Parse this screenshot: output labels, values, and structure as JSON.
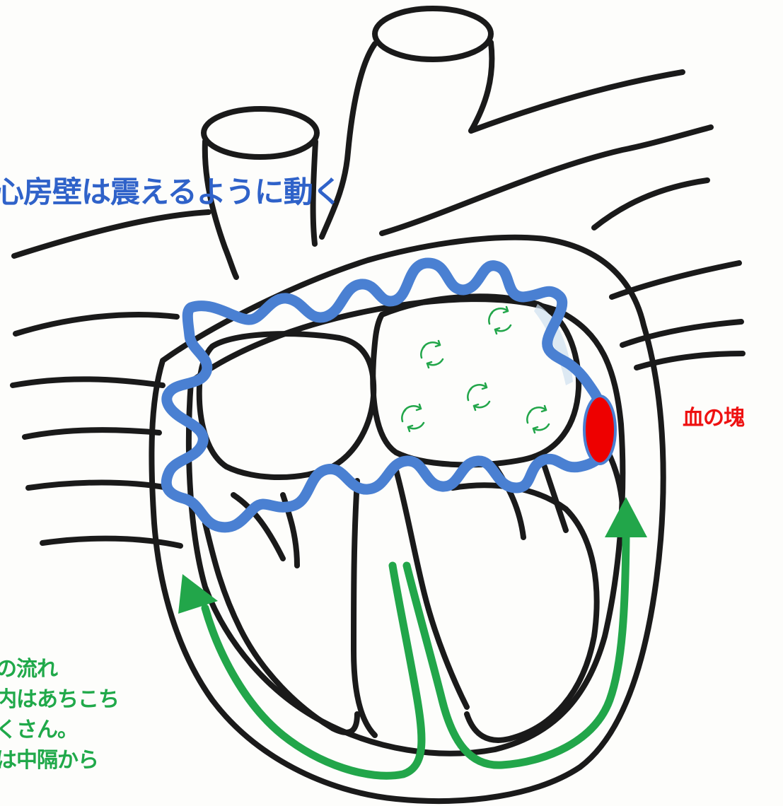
{
  "labels": {
    "atrial_wall": "心房壁は震えるように動く",
    "clot": "血の塊"
  },
  "notes": [
    "の流れ",
    "内はあちこち",
    "くさん。",
    "は中隔から"
  ],
  "colors": {
    "outline": "#1a1a1a",
    "atrial_wall": "#4a80d2",
    "clot": "#ee0000",
    "flow": "#20a94a",
    "atrial_label": "#2f62c9",
    "clot_label": "#ee1111",
    "note_text": "#20a94a"
  }
}
